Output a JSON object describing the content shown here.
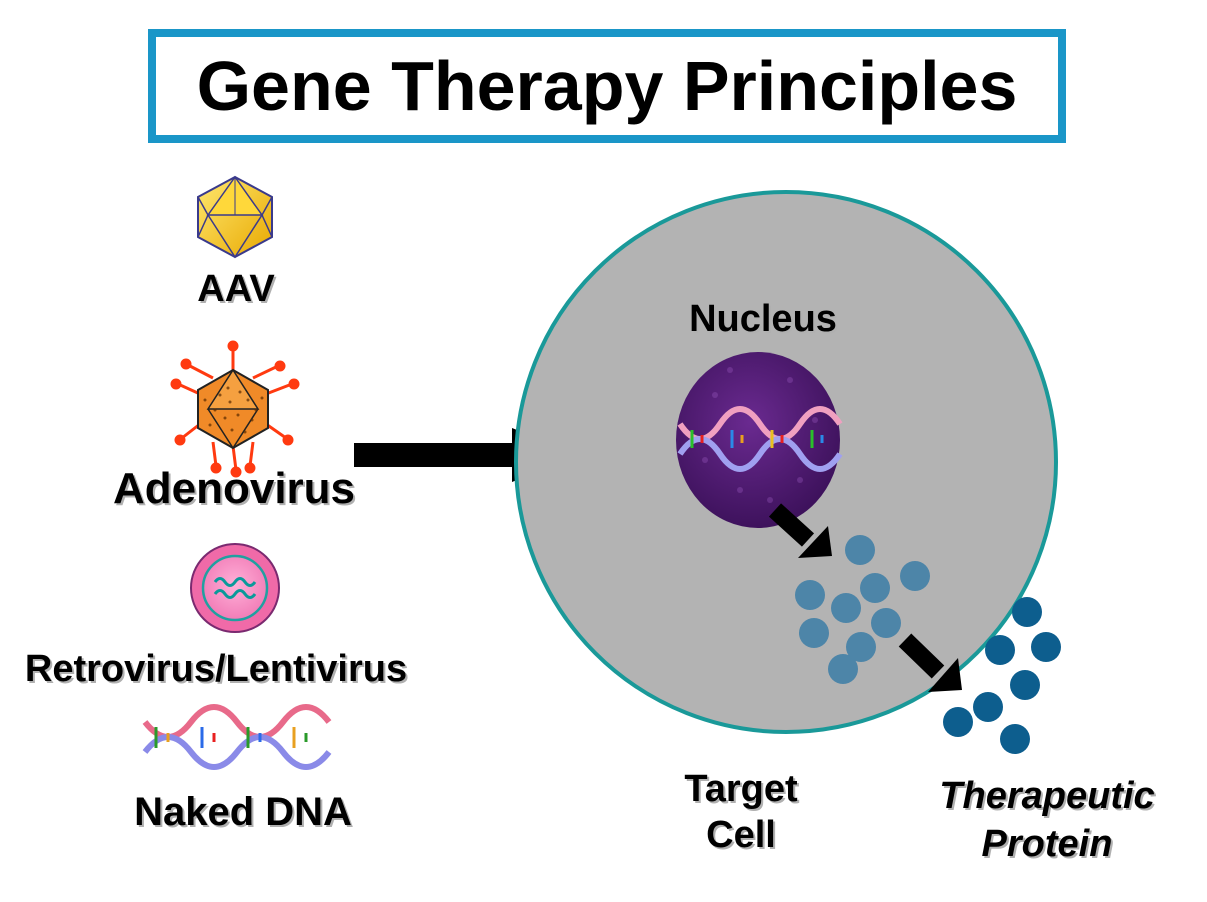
{
  "title": "Gene Therapy Principles",
  "vectors": {
    "aav": "AAV",
    "adenovirus": "Adenovirus",
    "retrovirus": "Retrovirus/Lentivirus",
    "naked_dna": "Naked DNA"
  },
  "cell": {
    "nucleus_label": "Nucleus",
    "target_line1": "Target",
    "target_line2": "Cell"
  },
  "protein": {
    "line1": "Therapeutic",
    "line2": "Protein"
  },
  "colors": {
    "title_border": "#1a96c8",
    "cell_fill": "#b3b3b3",
    "cell_border": "#1a9999",
    "nucleus": "#4a1a6e",
    "protein_inside": "#4d85a8",
    "protein_outside": "#0d5e8e"
  }
}
